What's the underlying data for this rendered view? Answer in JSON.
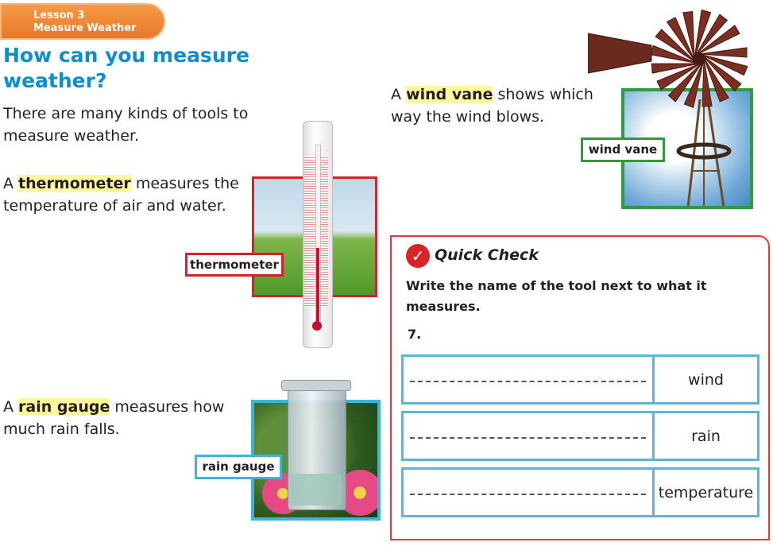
{
  "lesson": {
    "line1": "Lesson 3",
    "line2": "Measure Weather"
  },
  "heading": "How can you measure weather?",
  "intro": "There are many kinds of tools to measure weather.",
  "thermometer": {
    "pre": "A ",
    "term": "thermometer",
    "post": " measures the temperature of air and water.",
    "label": "thermometer"
  },
  "rain_gauge": {
    "pre": "A ",
    "term": "rain gauge",
    "post": " measures how much rain falls.",
    "label": "rain gauge"
  },
  "wind_vane": {
    "pre": "A ",
    "term": "wind vane",
    "post": " shows which way the wind blows.",
    "label": "wind vane"
  },
  "quick_check": {
    "title": "Quick Check",
    "instructions": "Write the name of the tool next to what it measures.",
    "number": "7.",
    "rows": [
      "wind",
      "rain",
      "temperature"
    ]
  },
  "colors": {
    "heading": "#0b8ecb",
    "tab": "#e8792a",
    "highlight": "#fff7a0",
    "thermo_border": "#d2232a",
    "rain_border": "#3fb4d6",
    "wind_border": "#2e9b3e",
    "panel_border": "#e23a3a"
  }
}
